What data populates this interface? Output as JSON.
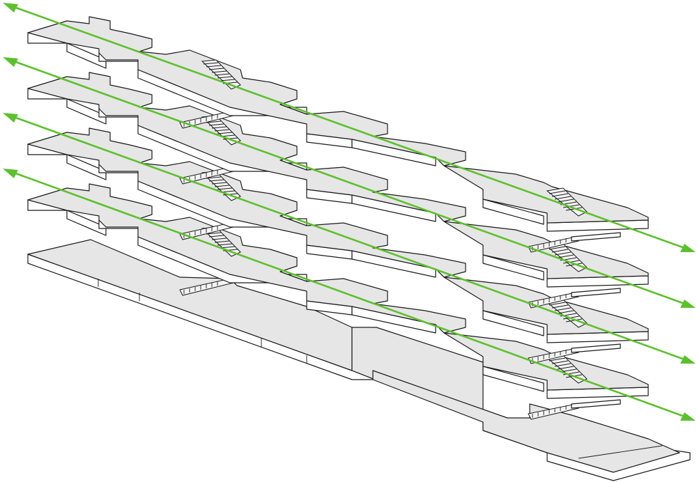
{
  "diagram": {
    "floor_count": 4,
    "has_ground_slab": true,
    "circulation_arrow_color": "#5cc02e",
    "slab_top_color": "#e6e6e6",
    "slab_side_color": "#ffffff",
    "line_color": "#1a1a1a",
    "arrows": [
      "bidirectional",
      "bidirectional",
      "bidirectional",
      "bidirectional"
    ]
  }
}
